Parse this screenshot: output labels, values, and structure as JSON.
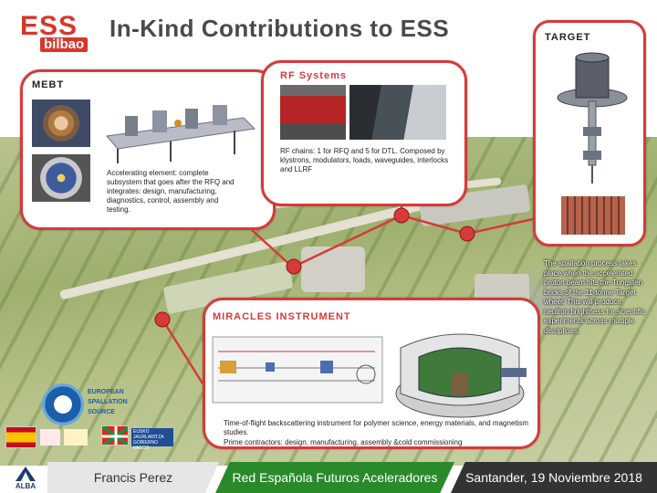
{
  "header": {
    "logo_top": "ESS",
    "logo_bottom": "bilbao",
    "title": "In-Kind Contributions to ESS"
  },
  "mebt": {
    "title": "MEBT",
    "description": "Accelerating element: complete subsystem that goes after the RFQ and integrates: design, manufacturing, diagnostics, control, assembly and testing."
  },
  "rf": {
    "title": "RF Systems",
    "description": "RF chains: 1 for RFQ and 5 for DTL. Composed by klystrons, modulators, loads, waveguides, interlocks and LLRF"
  },
  "target": {
    "title": "TARGET",
    "description": "The spallation process takes place when the accelerated proton beam hits the Tungsten bricks of the 11-tonne Target wheel. This will produce neutron brightness for scientific experiments across multiple disciplines."
  },
  "miracles": {
    "title": "MIRACLES INSTRUMENT",
    "description_line1": "Time-of-flight backscattering instrument for polymer science, energy materials, and magnetism studies.",
    "description_line2": "Prime contractors: design, manufacturing, assembly &cold commissioning"
  },
  "logos": {
    "ess_eu_line1": "EUROPEAN",
    "ess_eu_line2": "SPALLATION",
    "ess_eu_line3": "SOURCE",
    "eus_line1": "EUSKO JAURLARITZA",
    "eus_line2": "GOBIERNO VASCO"
  },
  "footer": {
    "alba": "ALBA",
    "author": "Francis Perez",
    "network": "Red Española Futuros Aceleradores",
    "place_date": "Santander, 19 Noviembre 2018"
  },
  "colors": {
    "accent_red": "#d63a3a",
    "brand_red": "#d6372a",
    "network_green": "#2a8a2a",
    "footer_dark": "#333333"
  }
}
